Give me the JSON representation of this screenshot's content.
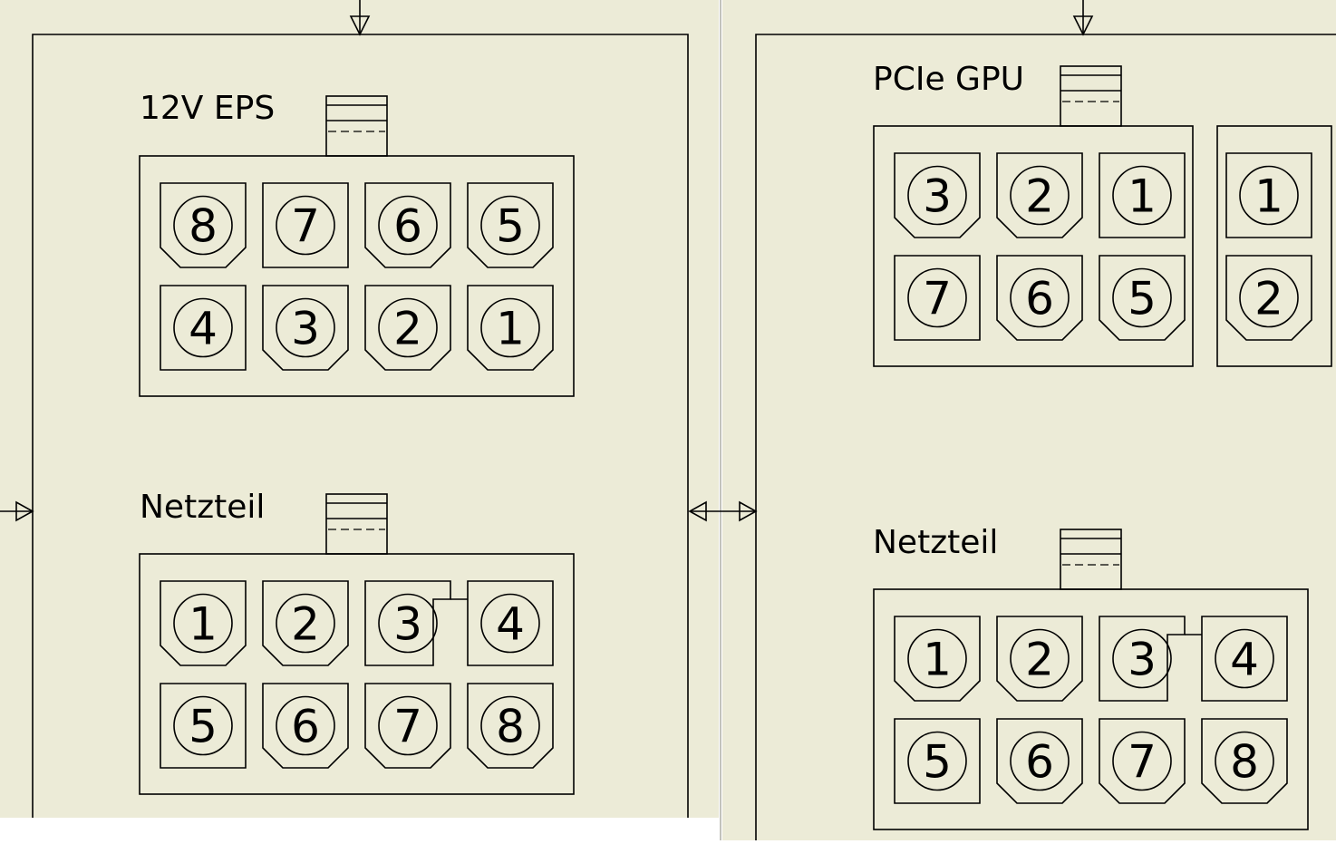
{
  "colors": {
    "background": "#ecebd7",
    "stroke": "#000000",
    "gutter": "#ffffff"
  },
  "left_panel": {
    "top": {
      "label": "12V EPS",
      "rows": [
        [
          {
            "n": "8",
            "shape": "key"
          },
          {
            "n": "7",
            "shape": "square"
          },
          {
            "n": "6",
            "shape": "key"
          },
          {
            "n": "5",
            "shape": "key"
          }
        ],
        [
          {
            "n": "4",
            "shape": "square"
          },
          {
            "n": "3",
            "shape": "key"
          },
          {
            "n": "2",
            "shape": "key"
          },
          {
            "n": "1",
            "shape": "key"
          }
        ]
      ]
    },
    "bottom": {
      "label": "Netzteil",
      "rows": [
        [
          {
            "n": "1",
            "shape": "key"
          },
          {
            "n": "2",
            "shape": "key"
          },
          {
            "n": "3",
            "shape": "notch-l"
          },
          {
            "n": "4",
            "shape": "notch-r"
          }
        ],
        [
          {
            "n": "5",
            "shape": "square"
          },
          {
            "n": "6",
            "shape": "key"
          },
          {
            "n": "7",
            "shape": "key"
          },
          {
            "n": "8",
            "shape": "key"
          }
        ]
      ]
    }
  },
  "right_panel": {
    "top": {
      "label": "PCIe GPU",
      "rows": [
        [
          {
            "n": "3",
            "shape": "key"
          },
          {
            "n": "2",
            "shape": "key"
          },
          {
            "n": "1",
            "shape": "square"
          }
        ],
        [
          {
            "n": "7",
            "shape": "square"
          },
          {
            "n": "6",
            "shape": "key"
          },
          {
            "n": "5",
            "shape": "key"
          }
        ]
      ],
      "aux_rows": [
        [
          {
            "n": "1",
            "shape": "square"
          }
        ],
        [
          {
            "n": "2",
            "shape": "key"
          }
        ]
      ]
    },
    "bottom": {
      "label": "Netzteil",
      "rows": [
        [
          {
            "n": "1",
            "shape": "key"
          },
          {
            "n": "2",
            "shape": "key"
          },
          {
            "n": "3",
            "shape": "notch-l"
          },
          {
            "n": "4",
            "shape": "notch-r"
          }
        ],
        [
          {
            "n": "5",
            "shape": "square"
          },
          {
            "n": "6",
            "shape": "key"
          },
          {
            "n": "7",
            "shape": "key"
          },
          {
            "n": "8",
            "shape": "key"
          }
        ]
      ]
    }
  }
}
